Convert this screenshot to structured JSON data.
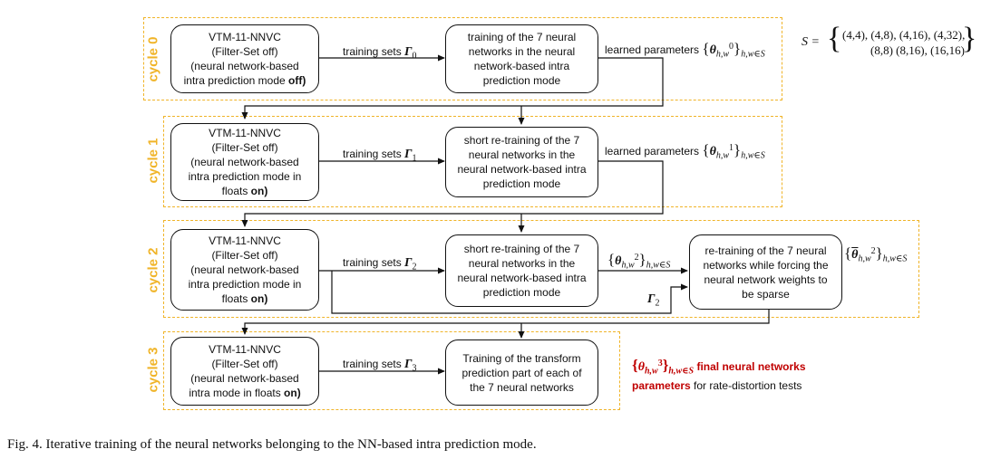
{
  "set_definition": {
    "lhs": "S =",
    "row1": "(4,4), (4,8), (4,16), (4,32),",
    "row2": "(8,8) (8,16), (16,16)"
  },
  "cycles": [
    {
      "label": "cycle 0",
      "vtm_lines": [
        "VTM-11-NNVC",
        "(Filter-Set off)",
        "(neural network-based",
        "intra prediction mode "
      ],
      "vtm_bold": "off)",
      "training_sets": "training sets ",
      "gamma": "Γ",
      "gamma_sub": "0",
      "train_lines": [
        "training of the 7 neural",
        "networks in the neural",
        "network-based intra",
        "prediction mode"
      ],
      "output_prefix": "learned parameters",
      "output_sup": "0"
    },
    {
      "label": "cycle 1",
      "vtm_lines": [
        "VTM-11-NNVC",
        "(Filter-Set off)",
        "(neural network-based",
        "intra prediction mode in",
        "floats "
      ],
      "vtm_bold": "on)",
      "training_sets": "training sets ",
      "gamma": "Γ",
      "gamma_sub": "1",
      "train_lines": [
        "short re-training of the 7",
        "neural networks in the",
        "neural network-based intra",
        "prediction mode"
      ],
      "output_prefix": "learned parameters",
      "output_sup": "1"
    },
    {
      "label": "cycle 2",
      "vtm_lines": [
        "VTM-11-NNVC",
        "(Filter-Set off)",
        "(neural network-based",
        "intra prediction mode in",
        "floats "
      ],
      "vtm_bold": "on)",
      "training_sets": "training sets ",
      "gamma": "Γ",
      "gamma_sub": "2",
      "train_lines": [
        "short re-training of the 7",
        "neural networks in the",
        "neural network-based intra",
        "prediction mode"
      ],
      "mid_sup": "2",
      "sparse_lines": [
        "re-training of the 7 neural",
        "networks while forcing the",
        "neural network weights to",
        "be sparse"
      ],
      "output_sup": "2"
    },
    {
      "label": "cycle 3",
      "vtm_lines": [
        "VTM-11-NNVC",
        "(Filter-Set off)",
        "(neural network-based",
        "intra mode in floats "
      ],
      "vtm_bold": "on)",
      "training_sets": "training sets ",
      "gamma": "Γ",
      "gamma_sub": "3",
      "train_lines": [
        "Training of the transform",
        "prediction part of each of",
        "the 7 neural networks"
      ],
      "output_sup": "3",
      "final_red_1": "final neural networks",
      "final_red_2": "parameters",
      "final_tail": " for rate-distortion tests"
    }
  ],
  "theta": "θ",
  "theta_sub": "h,w",
  "set_sub": "h,w∈S",
  "caption": "Fig. 4.  Iterative training of the neural networks belonging to the NN-based intra prediction mode."
}
